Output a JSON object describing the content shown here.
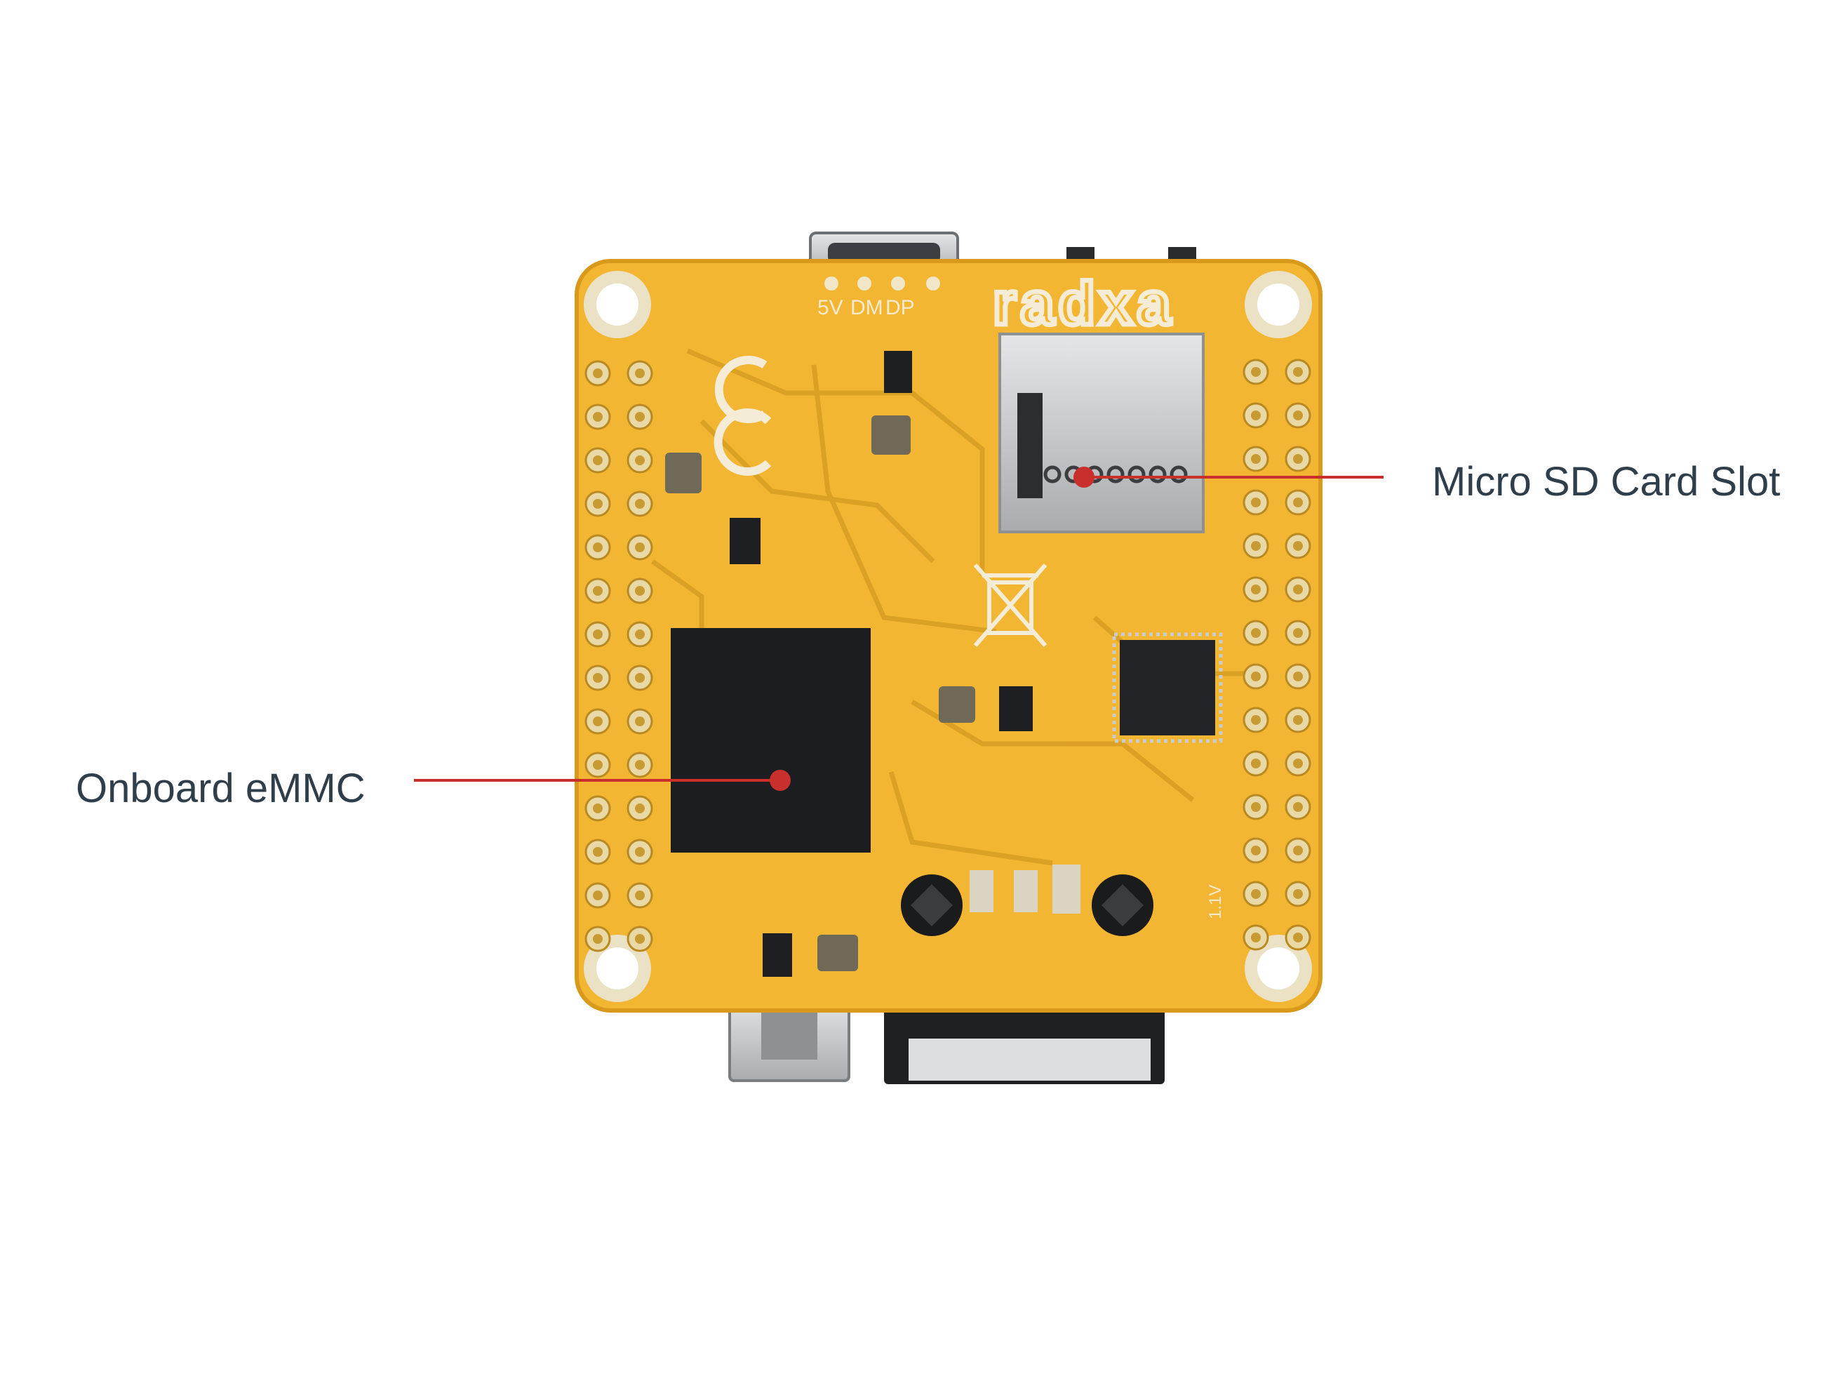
{
  "diagram": {
    "board": {
      "silkscreen_brand": "radxa",
      "silkscreen_pins": [
        "5V",
        "DM",
        "DP"
      ],
      "silkscreen_version": "1.1V",
      "colors": {
        "pcb": "#f2b632",
        "pcb_edge": "#d99a1c",
        "trace": "#d9a02a",
        "chip": "#1c1d20",
        "metal": "#c9cbcd",
        "pad": "#e9d9a6"
      }
    },
    "callouts": [
      {
        "id": "sd",
        "label": "Micro SD Card Slot",
        "color": "#c9302c"
      },
      {
        "id": "emmc",
        "label": "Onboard eMMC",
        "color": "#c9302c"
      }
    ]
  }
}
